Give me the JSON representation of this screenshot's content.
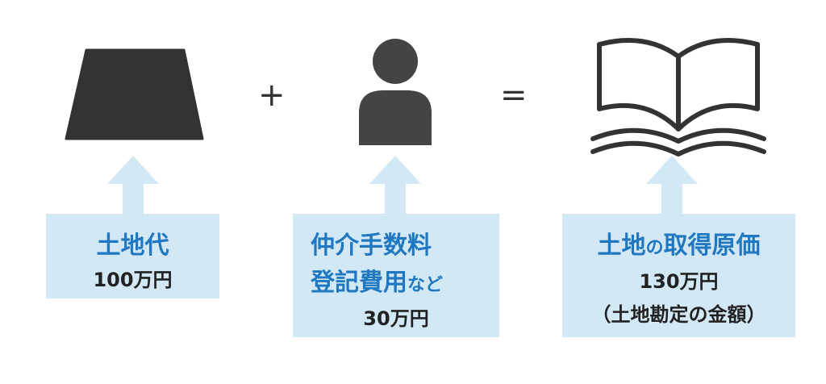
{
  "operators": {
    "plus": "+",
    "equals": "="
  },
  "items": [
    {
      "icon": "land-icon",
      "title": "土地代",
      "amount": "100万円"
    },
    {
      "icon": "person-icon",
      "title_line1": "仲介手数料",
      "title_line2": "登記費用",
      "title_suffix": "など",
      "amount": "30万円"
    },
    {
      "icon": "book-icon",
      "title_main1": "土地",
      "title_particle": "の",
      "title_main2": "取得原価",
      "amount": "130万円",
      "note": "（土地勘定の金額）"
    }
  ],
  "colors": {
    "box": "#d3e8f5",
    "accent": "#1f78c1",
    "icon": "#333333"
  }
}
